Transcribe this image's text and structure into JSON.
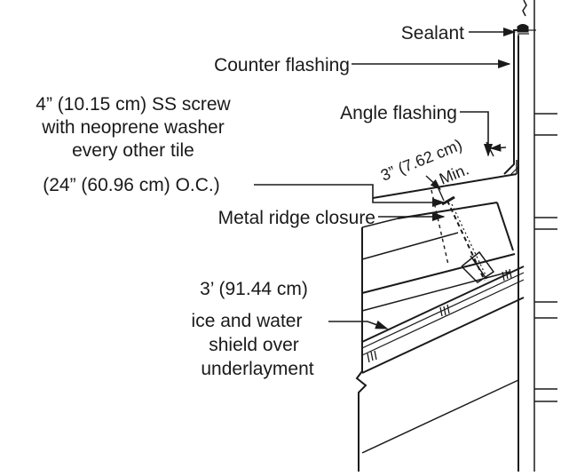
{
  "labels": {
    "sealant": "Sealant",
    "counter_flashing": "Counter flashing",
    "screw_line1": "4” (10.15 cm) SS screw",
    "screw_line2": "with neoprene washer",
    "screw_line3": "every other tile",
    "screw_line4": "(24” (60.96 cm) O.C.)",
    "angle_flashing": "Angle flashing",
    "dimension": "3” (7.62 cm)",
    "dimension_min": "Min.",
    "metal_ridge_closure": "Metal ridge closure",
    "shield_line1": "3’ (91.44 cm)",
    "shield_line2": "ice and water",
    "shield_line3": "shield over",
    "shield_line4": "underlayment"
  },
  "colors": {
    "ink": "#1a1a1a",
    "background": "#ffffff"
  }
}
